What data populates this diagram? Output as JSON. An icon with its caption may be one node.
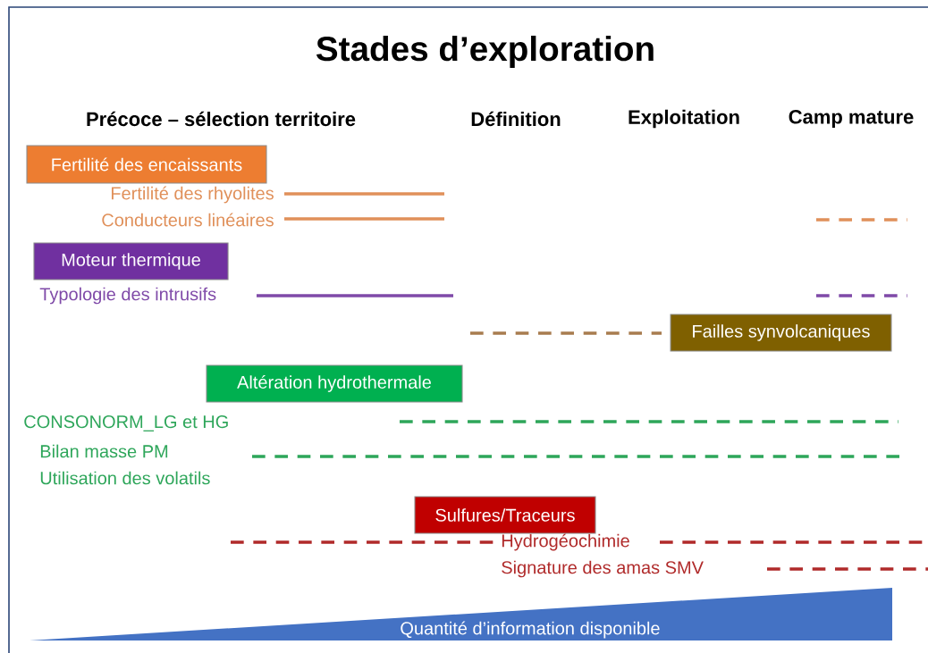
{
  "diagram": {
    "title": "Stades d’exploration",
    "nodes": [
      {
        "text": [
          "Fertilité des encaissants"
        ]
      },
      {
        "text": [
          "Moteur thermique"
        ]
      },
      {
        "text": [
          "Failles synvolcaniques"
        ]
      },
      {
        "text": [
          "Altération hydrothermale"
        ]
      },
      {
        "text": [
          "Sulfures/Traceurs"
        ]
      },
      {
        "text": [
          "Quantité d’information disponible"
        ]
      }
    ],
    "labels": [
      "Précoce – sélection territoire",
      "Définition",
      "Exploitation",
      "Camp mature",
      "Fertilité des rhyolites",
      "Conducteurs linéaires",
      "Typologie des intrusifs",
      "CONSONORM_LG et HG",
      "Bilan masse PM",
      "Utilisation des volatils",
      "Hydrogéochimie",
      "Signature des amas SMV"
    ]
  }
}
